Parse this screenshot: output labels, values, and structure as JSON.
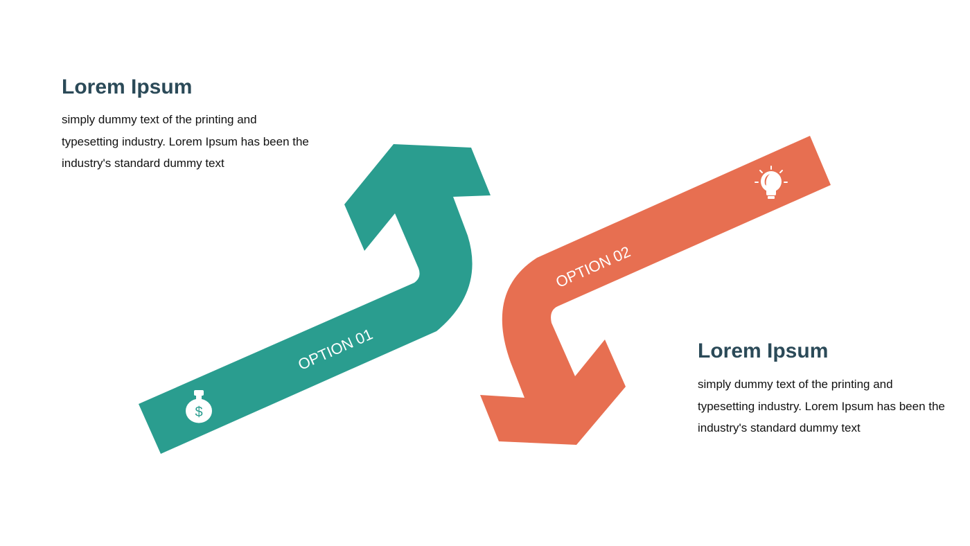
{
  "colors": {
    "heading": "#2b4a58",
    "option1": "#2a9d8f",
    "option2": "#e76f51",
    "icon": "#ffffff"
  },
  "blocks": [
    {
      "title": "Lorem Ipsum",
      "lines": [
        "simply dummy text of the printing and",
        "typesetting industry. Lorem Ipsum has been the",
        "industry's standard dummy text"
      ]
    },
    {
      "title": "Lorem Ipsum",
      "lines": [
        "simply dummy text of the printing and",
        "typesetting industry. Lorem Ipsum has been the",
        "industry's standard dummy text"
      ]
    }
  ],
  "arrows": [
    {
      "label": "OPTION 01",
      "icon": "money-bag-icon",
      "icon_text": "$",
      "direction": "up"
    },
    {
      "label": "OPTION 02",
      "icon": "light-bulb-icon",
      "direction": "down"
    }
  ]
}
